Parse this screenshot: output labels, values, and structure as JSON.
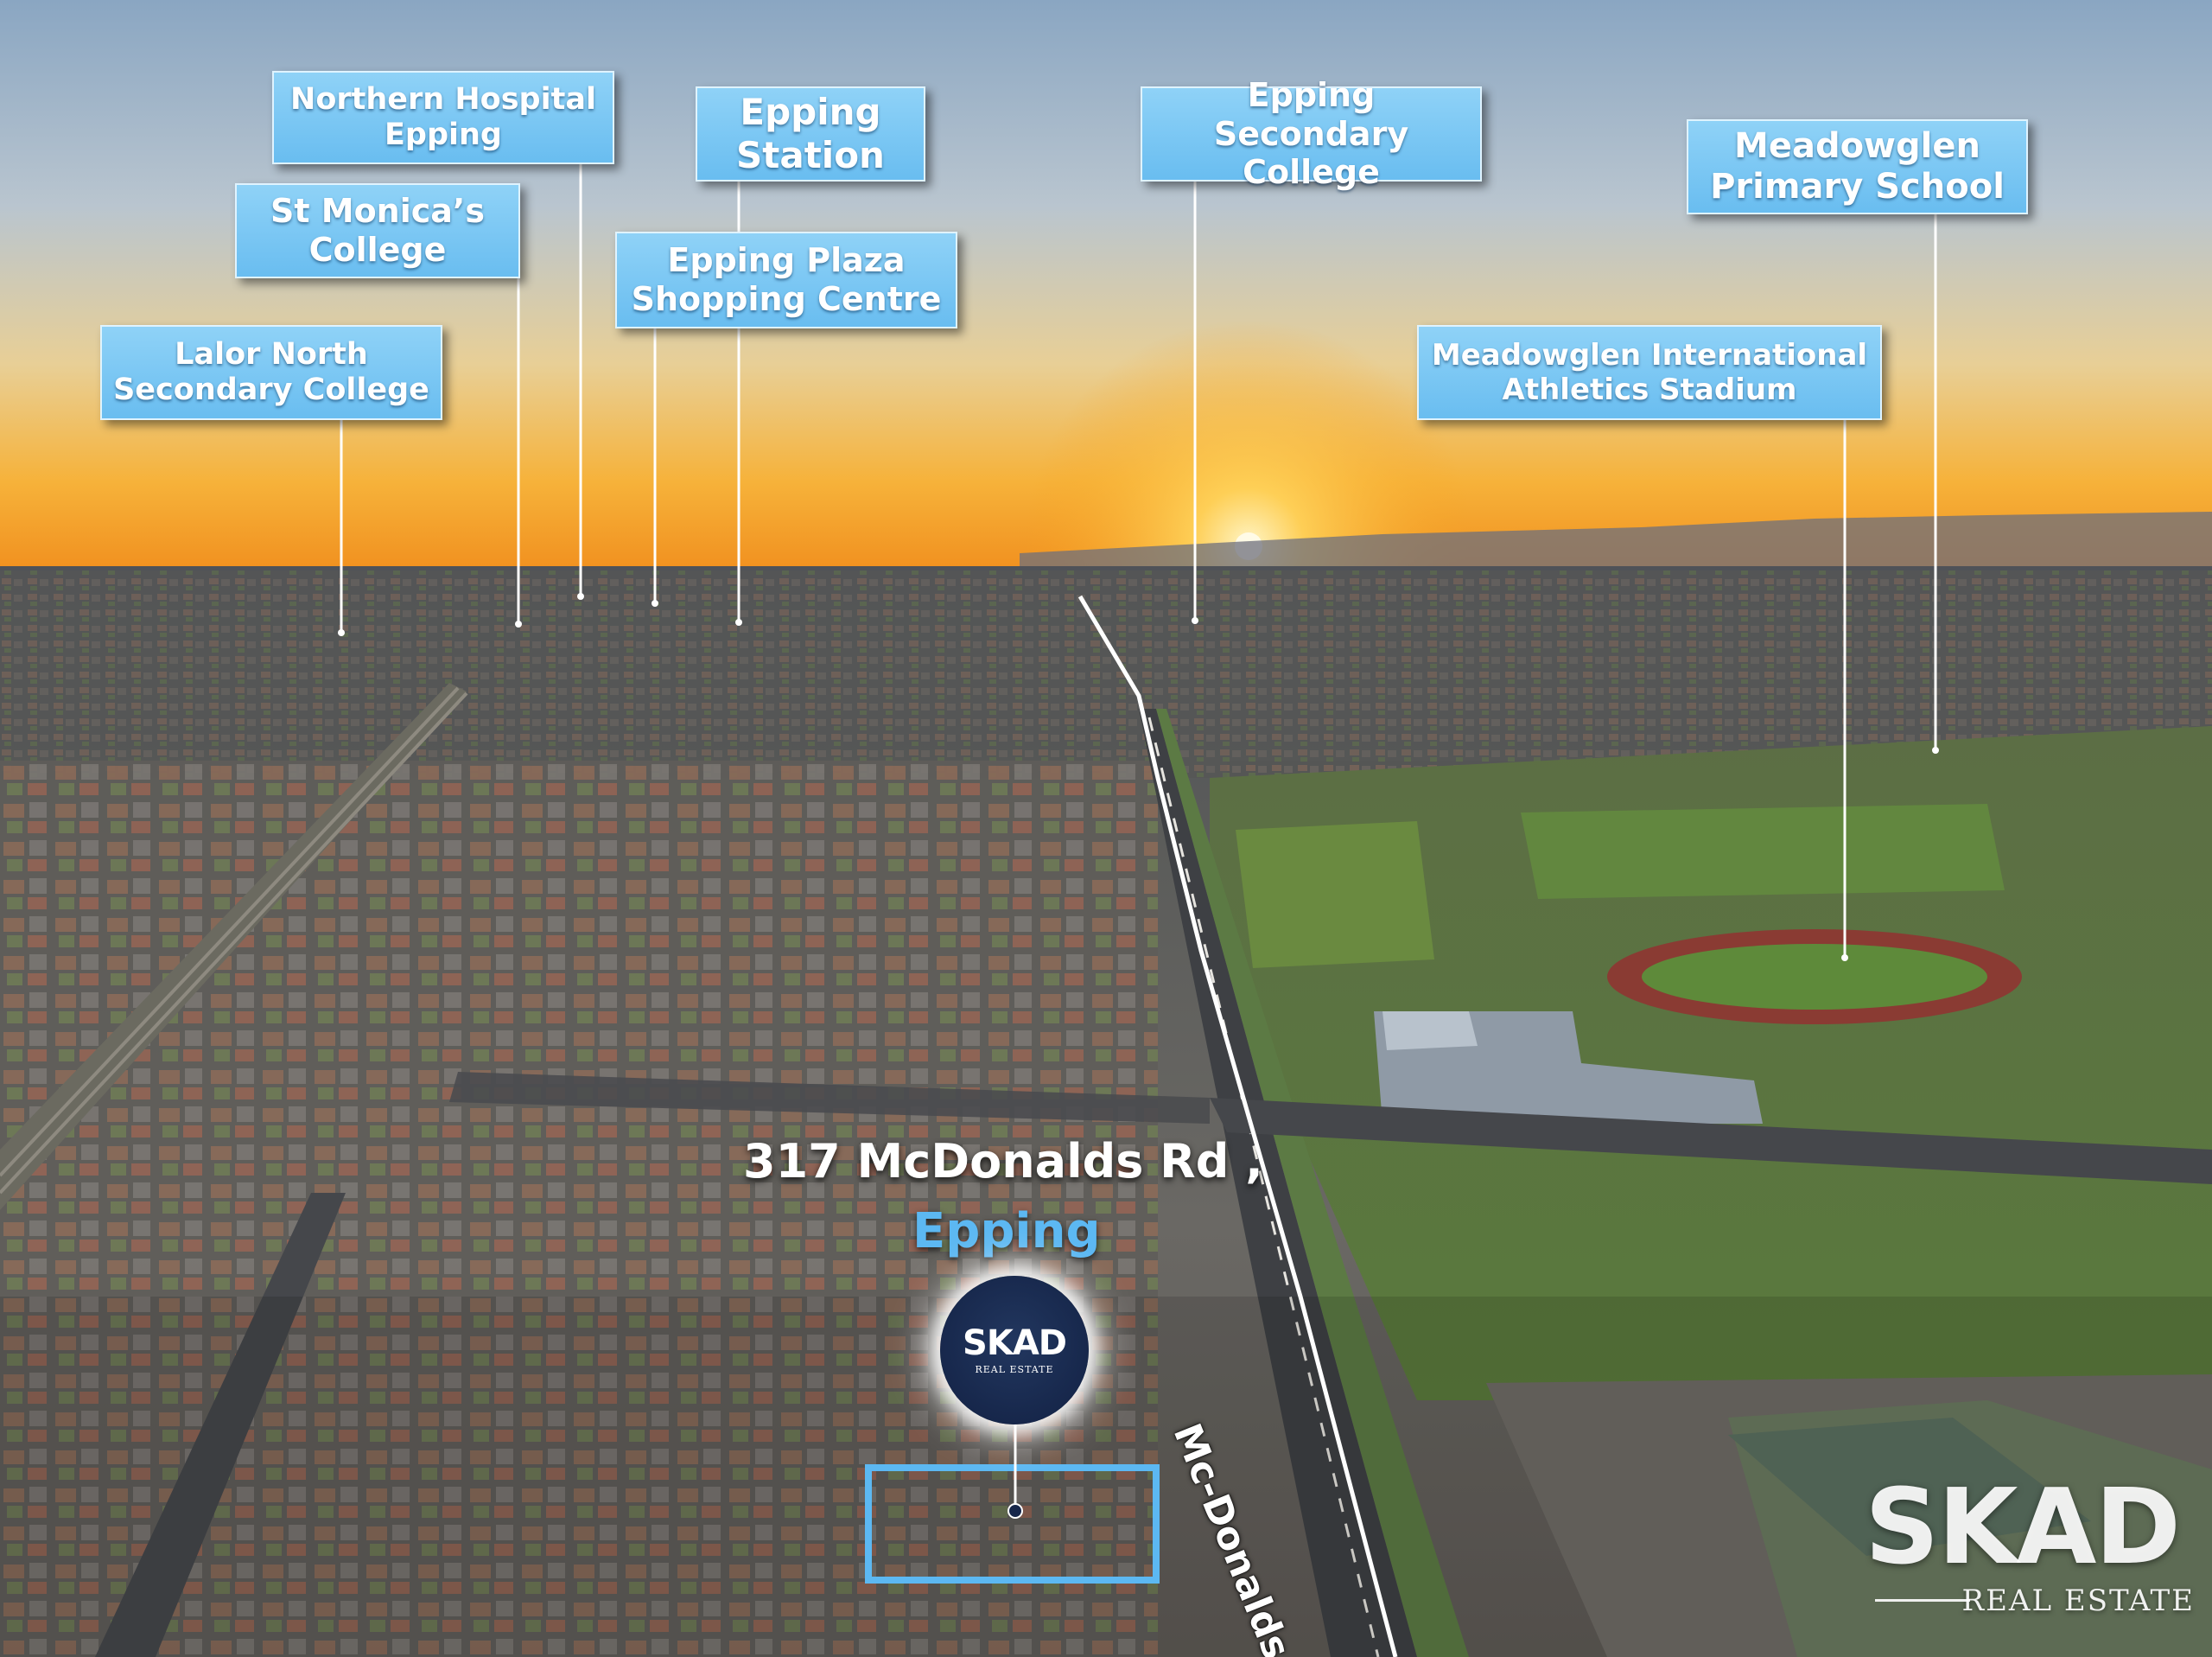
{
  "pois": [
    {
      "id": "northern-hospital",
      "line1": "Northern Hospital",
      "line2": "Epping"
    },
    {
      "id": "epping-station",
      "line1": "Epping",
      "line2": "Station"
    },
    {
      "id": "epping-secondary",
      "line1": "Epping",
      "line2": "Secondary College"
    },
    {
      "id": "meadowglen-primary",
      "line1": "Meadowglen",
      "line2": "Primary School"
    },
    {
      "id": "st-monicas",
      "line1": "St Monica’s",
      "line2": "College"
    },
    {
      "id": "epping-plaza",
      "line1": "Epping Plaza",
      "line2": "Shopping Centre"
    },
    {
      "id": "lalor-north",
      "line1": "Lalor North",
      "line2": "Secondary College"
    },
    {
      "id": "meadowglen-stadium",
      "line1": "Meadowglen International",
      "line2": "Athletics Stadium"
    }
  ],
  "property": {
    "address": "317 McDonalds Rd ,",
    "suburb": "Epping"
  },
  "road_label": "Mc-Donalds Rd",
  "badge": {
    "mark": "SKAD",
    "sub": "REAL ESTATE"
  },
  "brand": {
    "mark": "SKAD",
    "sub": "REAL ESTATE"
  },
  "colors": {
    "label_fill": "#6fc1f1",
    "label_border": "#dff3ff",
    "suburb_text": "#5cb8f2",
    "sky_top": "#8ea9c4",
    "sunset_glow": "#f7a21f",
    "badge_bg": "#16264a"
  }
}
